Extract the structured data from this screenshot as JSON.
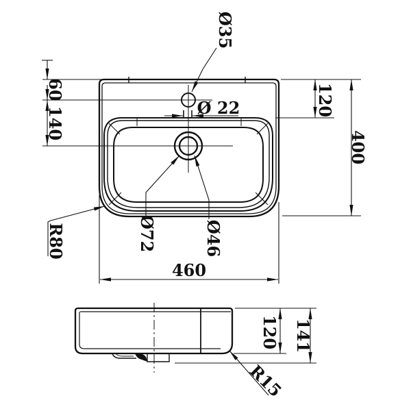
{
  "drawing": {
    "kind": "technical dimension drawing of a wall-hung washbasin (top view and side view)",
    "line_color": "#111111",
    "background": "#ffffff",
    "top_view": {
      "dims": {
        "rim_to_faucet": "60",
        "faucet_to_drain": "140",
        "faucet_hole_diameter": "Ø35",
        "overflow_slot_diameter": "Ø 22",
        "rim_to_bowl_back": "120",
        "overall_depth": "400",
        "overall_width": "460",
        "corner_radius": "R80",
        "drain_outer_diameter": "Ø72",
        "drain_inner_diameter": "Ø46"
      }
    },
    "side_view": {
      "dims": {
        "body_height": "120",
        "overall_height": "141",
        "bottom_corner_radius": "R15"
      }
    }
  }
}
